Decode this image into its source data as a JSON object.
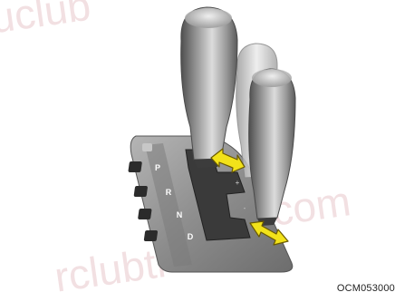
{
  "figure": {
    "code": "OCM053000",
    "gate_labels": [
      "P",
      "R",
      "N",
      "D"
    ],
    "extra_gate_marks": [
      "+",
      "-"
    ],
    "watermark_texts": [
      "uclub",
      "com",
      "rclubtr"
    ]
  },
  "colors": {
    "arrow": "#f2e21a",
    "knob_dark": "#6b6b6b",
    "knob_light": "#d8d8d8",
    "plate": "#8e8e8e"
  }
}
